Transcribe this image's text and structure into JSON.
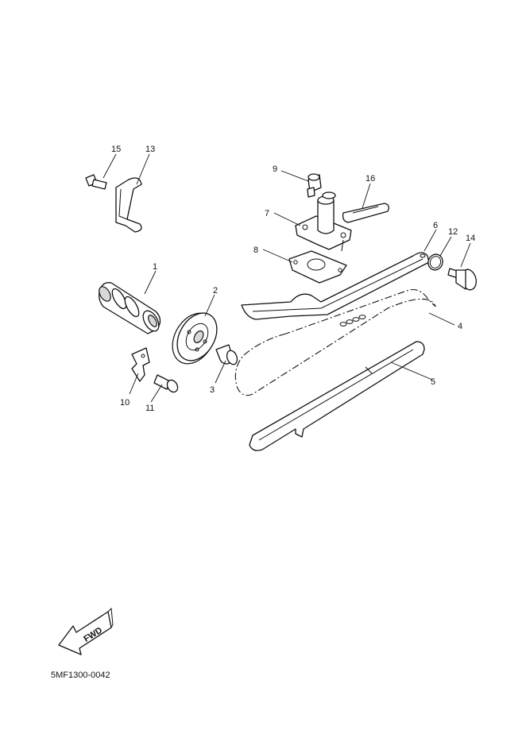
{
  "diagram": {
    "callouts": [
      "1",
      "2",
      "3",
      "4",
      "5",
      "6",
      "7",
      "8",
      "9",
      "10",
      "11",
      "12",
      "13",
      "14",
      "15",
      "16"
    ],
    "fwd_label": "FWD",
    "code": "5MF1300-0042"
  }
}
